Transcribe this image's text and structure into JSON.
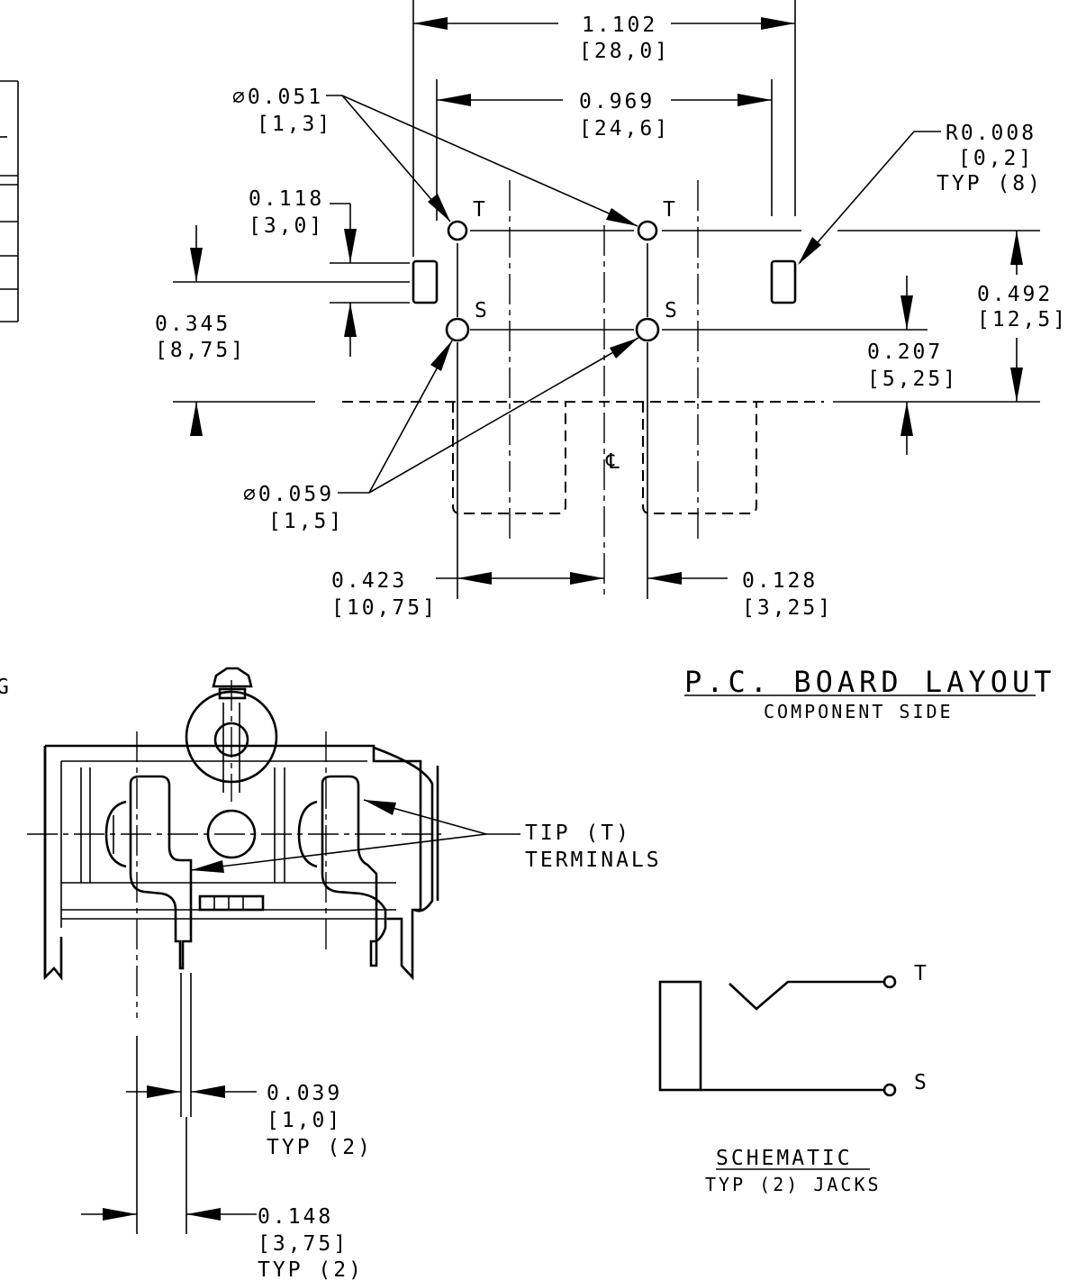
{
  "pcb_layout": {
    "title": "P.C. BOARD LAYOUT",
    "subtitle": "COMPONENT SIDE",
    "pin_labels": [
      "T",
      "T",
      "S",
      "S"
    ],
    "centerline_symbol": "℄",
    "dimensions": {
      "width_total": {
        "value": "1.102",
        "metric": "[28,0]"
      },
      "width_inner": {
        "value": "0.969",
        "metric": "[24,6]"
      },
      "hole_small": {
        "value": "∅0.051",
        "metric": "[1,3]"
      },
      "radius": {
        "value": "R0.008",
        "metric": "[0,2]",
        "note": "TYP (8)"
      },
      "slot_height": {
        "value": "0.118",
        "metric": "[3,0]"
      },
      "height_left": {
        "value": "0.345",
        "metric": "[8,75]"
      },
      "height_right": {
        "value": "0.492",
        "metric": "[12,5]"
      },
      "height_s_row": {
        "value": "0.207",
        "metric": "[5,25]"
      },
      "hole_large": {
        "value": "∅0.059",
        "metric": "[1,5]"
      },
      "offset_left": {
        "value": "0.423",
        "metric": "[10,75]"
      },
      "offset_right": {
        "value": "0.128",
        "metric": "[3,25]"
      }
    }
  },
  "side_view": {
    "fragment_label": "G",
    "callout": {
      "line1": "TIP (T)",
      "line2": "TERMINALS"
    },
    "dimensions": {
      "pin_width": {
        "value": "0.039",
        "metric": "[1,0]",
        "note": "TYP (2)"
      },
      "pin_offset": {
        "value": "0.148",
        "metric": "[3,75]",
        "note": "TYP (2)"
      }
    }
  },
  "schematic": {
    "title": "SCHEMATIC",
    "subtitle": "TYP (2) JACKS",
    "labels": {
      "tip": "T",
      "sleeve": "S"
    }
  }
}
